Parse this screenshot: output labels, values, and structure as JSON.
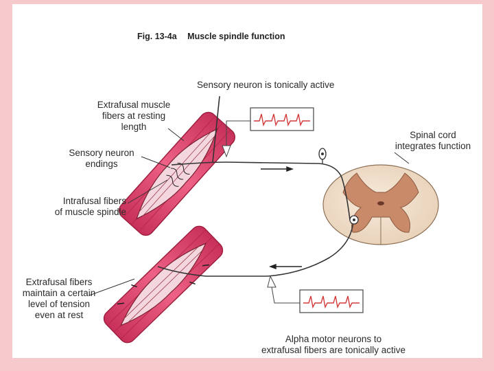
{
  "figure": {
    "number": "Fig. 13-4a",
    "title": "Muscle spindle function"
  },
  "labels": {
    "sensory_active": "Sensory neuron is tonically active",
    "extrafusal_resting": [
      "Extrafusal muscle",
      "fibers at resting",
      "length"
    ],
    "sensory_endings": [
      "Sensory neuron",
      "endings"
    ],
    "intrafusal": [
      "Intrafusal fibers",
      "of muscle spindle"
    ],
    "spinal_cord": [
      "Spinal cord",
      "integrates function"
    ],
    "extrafusal_tension": [
      "Extrafusal fibers",
      "maintain a certain",
      "level of tension",
      "even at rest"
    ],
    "alpha_motor": [
      "Alpha motor neurons to",
      "extrafusal fibers are tonically active"
    ]
  },
  "colors": {
    "page_border": "#f6c9cc",
    "muscle": "#e4476a",
    "muscle_dark": "#b8284a",
    "spindle": "#f3d6de",
    "cord_outer": "#f2e0cc",
    "cord_gray": "#c98a6a",
    "trace": "#d23a3a",
    "nerve": "#333333"
  },
  "icons": [
    "spike-train-icon",
    "neuron-cell-body-icon",
    "direction-arrow-icon"
  ]
}
